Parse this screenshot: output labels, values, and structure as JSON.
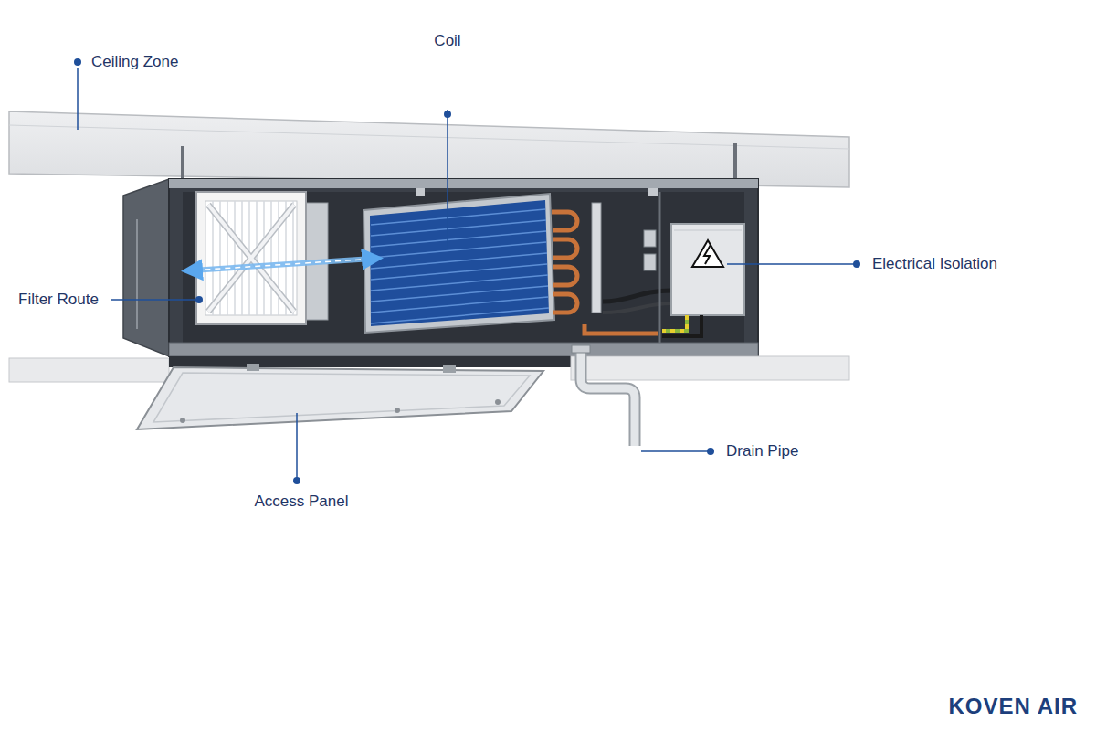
{
  "diagram": {
    "labels": [
      "Ceiling Zone",
      "Coil",
      "Electrical Isolation",
      "Filter Route",
      "Drain Pipe",
      "Access Panel",
      "KOVEN AIR"
    ]
  }
}
